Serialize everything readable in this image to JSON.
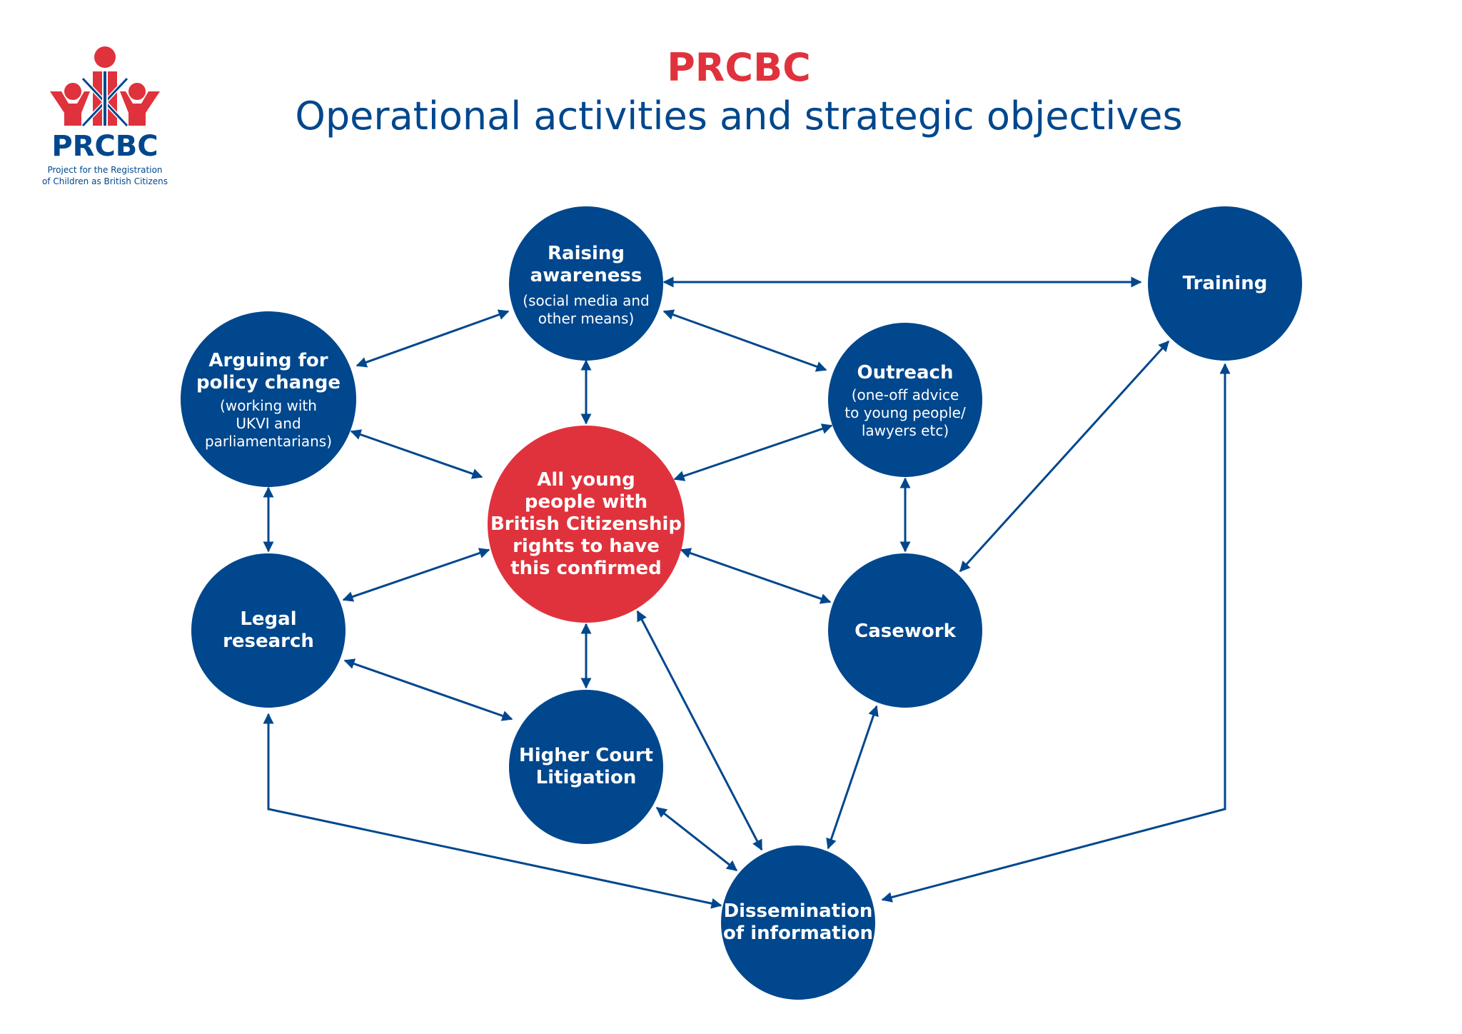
{
  "colors": {
    "blue": "#00478d",
    "red": "#e0323c",
    "white": "#ffffff"
  },
  "logo": {
    "name": "PRCBC",
    "tagline_line1": "Project for the Registration",
    "tagline_line2": "of Children as British Citizens"
  },
  "header": {
    "title": "PRCBC",
    "subtitle": "Operational activities and strategic objectives"
  },
  "nodes": {
    "center": {
      "title_lines": [
        "All young",
        "people with",
        "British Citizenship",
        "rights to have",
        "this confirmed"
      ]
    },
    "raising": {
      "title_lines": [
        "Raising",
        "awareness"
      ],
      "sub_lines": [
        "(social media and",
        "other means)"
      ]
    },
    "training": {
      "title_lines": [
        "Training"
      ]
    },
    "arguing": {
      "title_lines": [
        "Arguing for",
        "policy change"
      ],
      "sub_lines": [
        "(working with",
        "UKVI and",
        "parliamentarians)"
      ]
    },
    "outreach": {
      "title_lines": [
        "Outreach"
      ],
      "sub_lines": [
        "(one-off advice",
        "to young people/",
        "lawyers etc)"
      ]
    },
    "legal": {
      "title_lines": [
        "Legal",
        "research"
      ]
    },
    "casework": {
      "title_lines": [
        "Casework"
      ]
    },
    "higher": {
      "title_lines": [
        "Higher Court",
        "Litigation"
      ]
    },
    "dissemination": {
      "title_lines": [
        "Dissemination",
        "of information"
      ]
    }
  }
}
